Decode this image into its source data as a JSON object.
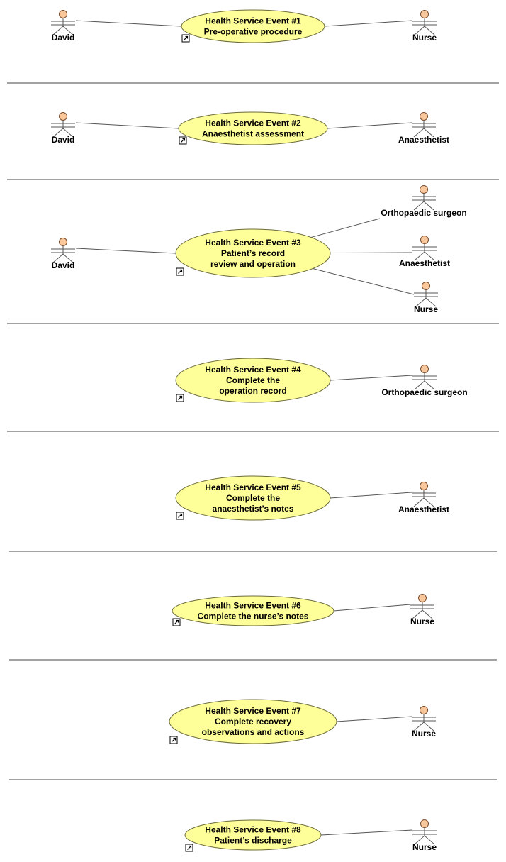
{
  "diagram": {
    "colors": {
      "use_case_fill": "#ffff99",
      "actor_head": "#f8c79b",
      "line": "#555555"
    },
    "icons": [
      "actor-icon",
      "hyperlink-icon"
    ],
    "events": [
      {
        "lines": [
          "Health Service Event #1",
          "Pre-operative procedure"
        ],
        "left_actor": "David",
        "right_actors": [
          "Nurse"
        ]
      },
      {
        "lines": [
          "Health Service Event #2",
          "Anaesthetist assessment"
        ],
        "left_actor": "David",
        "right_actors": [
          "Anaesthetist"
        ]
      },
      {
        "lines": [
          "Health Service Event #3",
          "Patient’s record",
          "review and operation"
        ],
        "left_actor": "David",
        "right_actors": [
          "Orthopaedic surgeon",
          "Anaesthetist",
          "Nurse"
        ]
      },
      {
        "lines": [
          "Health Service Event #4",
          "Complete the",
          "operation record"
        ],
        "left_actor": null,
        "right_actors": [
          "Orthopaedic surgeon"
        ]
      },
      {
        "lines": [
          "Health Service Event #5",
          "Complete the",
          "anaesthetist’s notes"
        ],
        "left_actor": null,
        "right_actors": [
          "Anaesthetist"
        ]
      },
      {
        "lines": [
          "Health Service Event #6",
          "Complete the nurse’s notes"
        ],
        "left_actor": null,
        "right_actors": [
          "Nurse"
        ]
      },
      {
        "lines": [
          "Health Service Event #7",
          "Complete recovery",
          "observations and actions"
        ],
        "left_actor": null,
        "right_actors": [
          "Nurse"
        ]
      },
      {
        "lines": [
          "Health Service Event #8",
          "Patient’s discharge"
        ],
        "left_actor": null,
        "right_actors": [
          "Nurse"
        ]
      }
    ]
  }
}
